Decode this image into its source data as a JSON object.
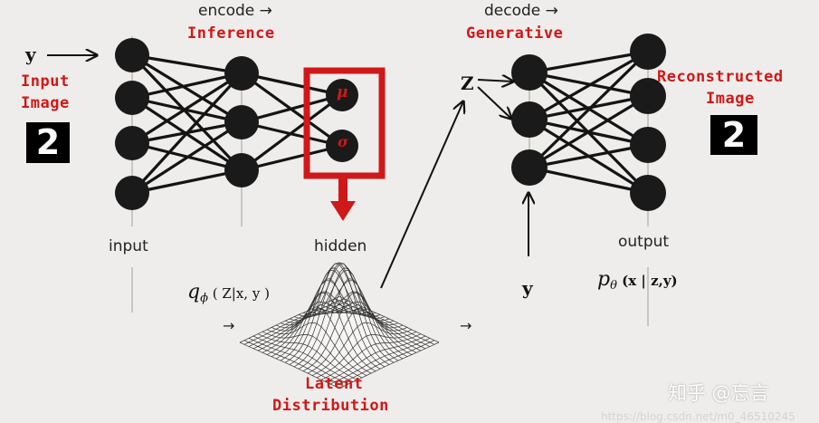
{
  "labels": {
    "encode": "encode →",
    "inference": "Inference",
    "decode": "decode →",
    "generative": "Generative",
    "y_input": "y",
    "input_image": "Input Image",
    "input_image_line1": "Input",
    "input_image_line2": "Image",
    "reconstructed_line1": "Reconstructed",
    "reconstructed_line2": "Image",
    "input": "input",
    "hidden": "hidden",
    "output": "output",
    "mu": "μ",
    "sigma": "σ",
    "z": "Z",
    "y_bottom": "y",
    "q_symbol": "q",
    "q_sub": "ϕ",
    "q_args": "( Z|x, y )",
    "p_symbol": "p",
    "p_sub": "θ",
    "p_args": "(x | z,y)",
    "latent_line1": "Latent",
    "latent_line2": "Distribution",
    "arrow_small": "→",
    "digit_input": "2",
    "digit_output": "2"
  },
  "watermark": {
    "main": "知乎 @忘言",
    "url": "https://blog.csdn.net/m0_46510245"
  },
  "colors": {
    "background": "#efedeb",
    "node": "#1a1a1a",
    "accent_red": "#d01818"
  }
}
